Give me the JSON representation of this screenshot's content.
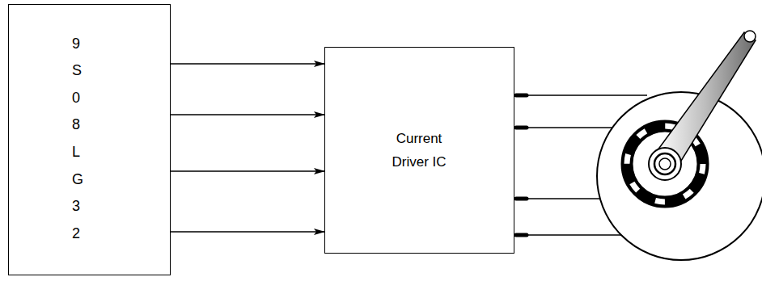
{
  "diagram": {
    "nodes": [
      {
        "text": [
          "9 S 0 8 L G 3 2"
        ]
      },
      {
        "text": [
          "Current Driver IC"
        ]
      }
    ],
    "edges": [
      {
        "from": 0,
        "to": 1,
        "arrow": "to"
      },
      {
        "from": 0,
        "to": 1,
        "arrow": "to"
      },
      {
        "from": 0,
        "to": 1,
        "arrow": "to"
      },
      {
        "from": 0,
        "to": 1,
        "arrow": "to"
      }
    ]
  }
}
